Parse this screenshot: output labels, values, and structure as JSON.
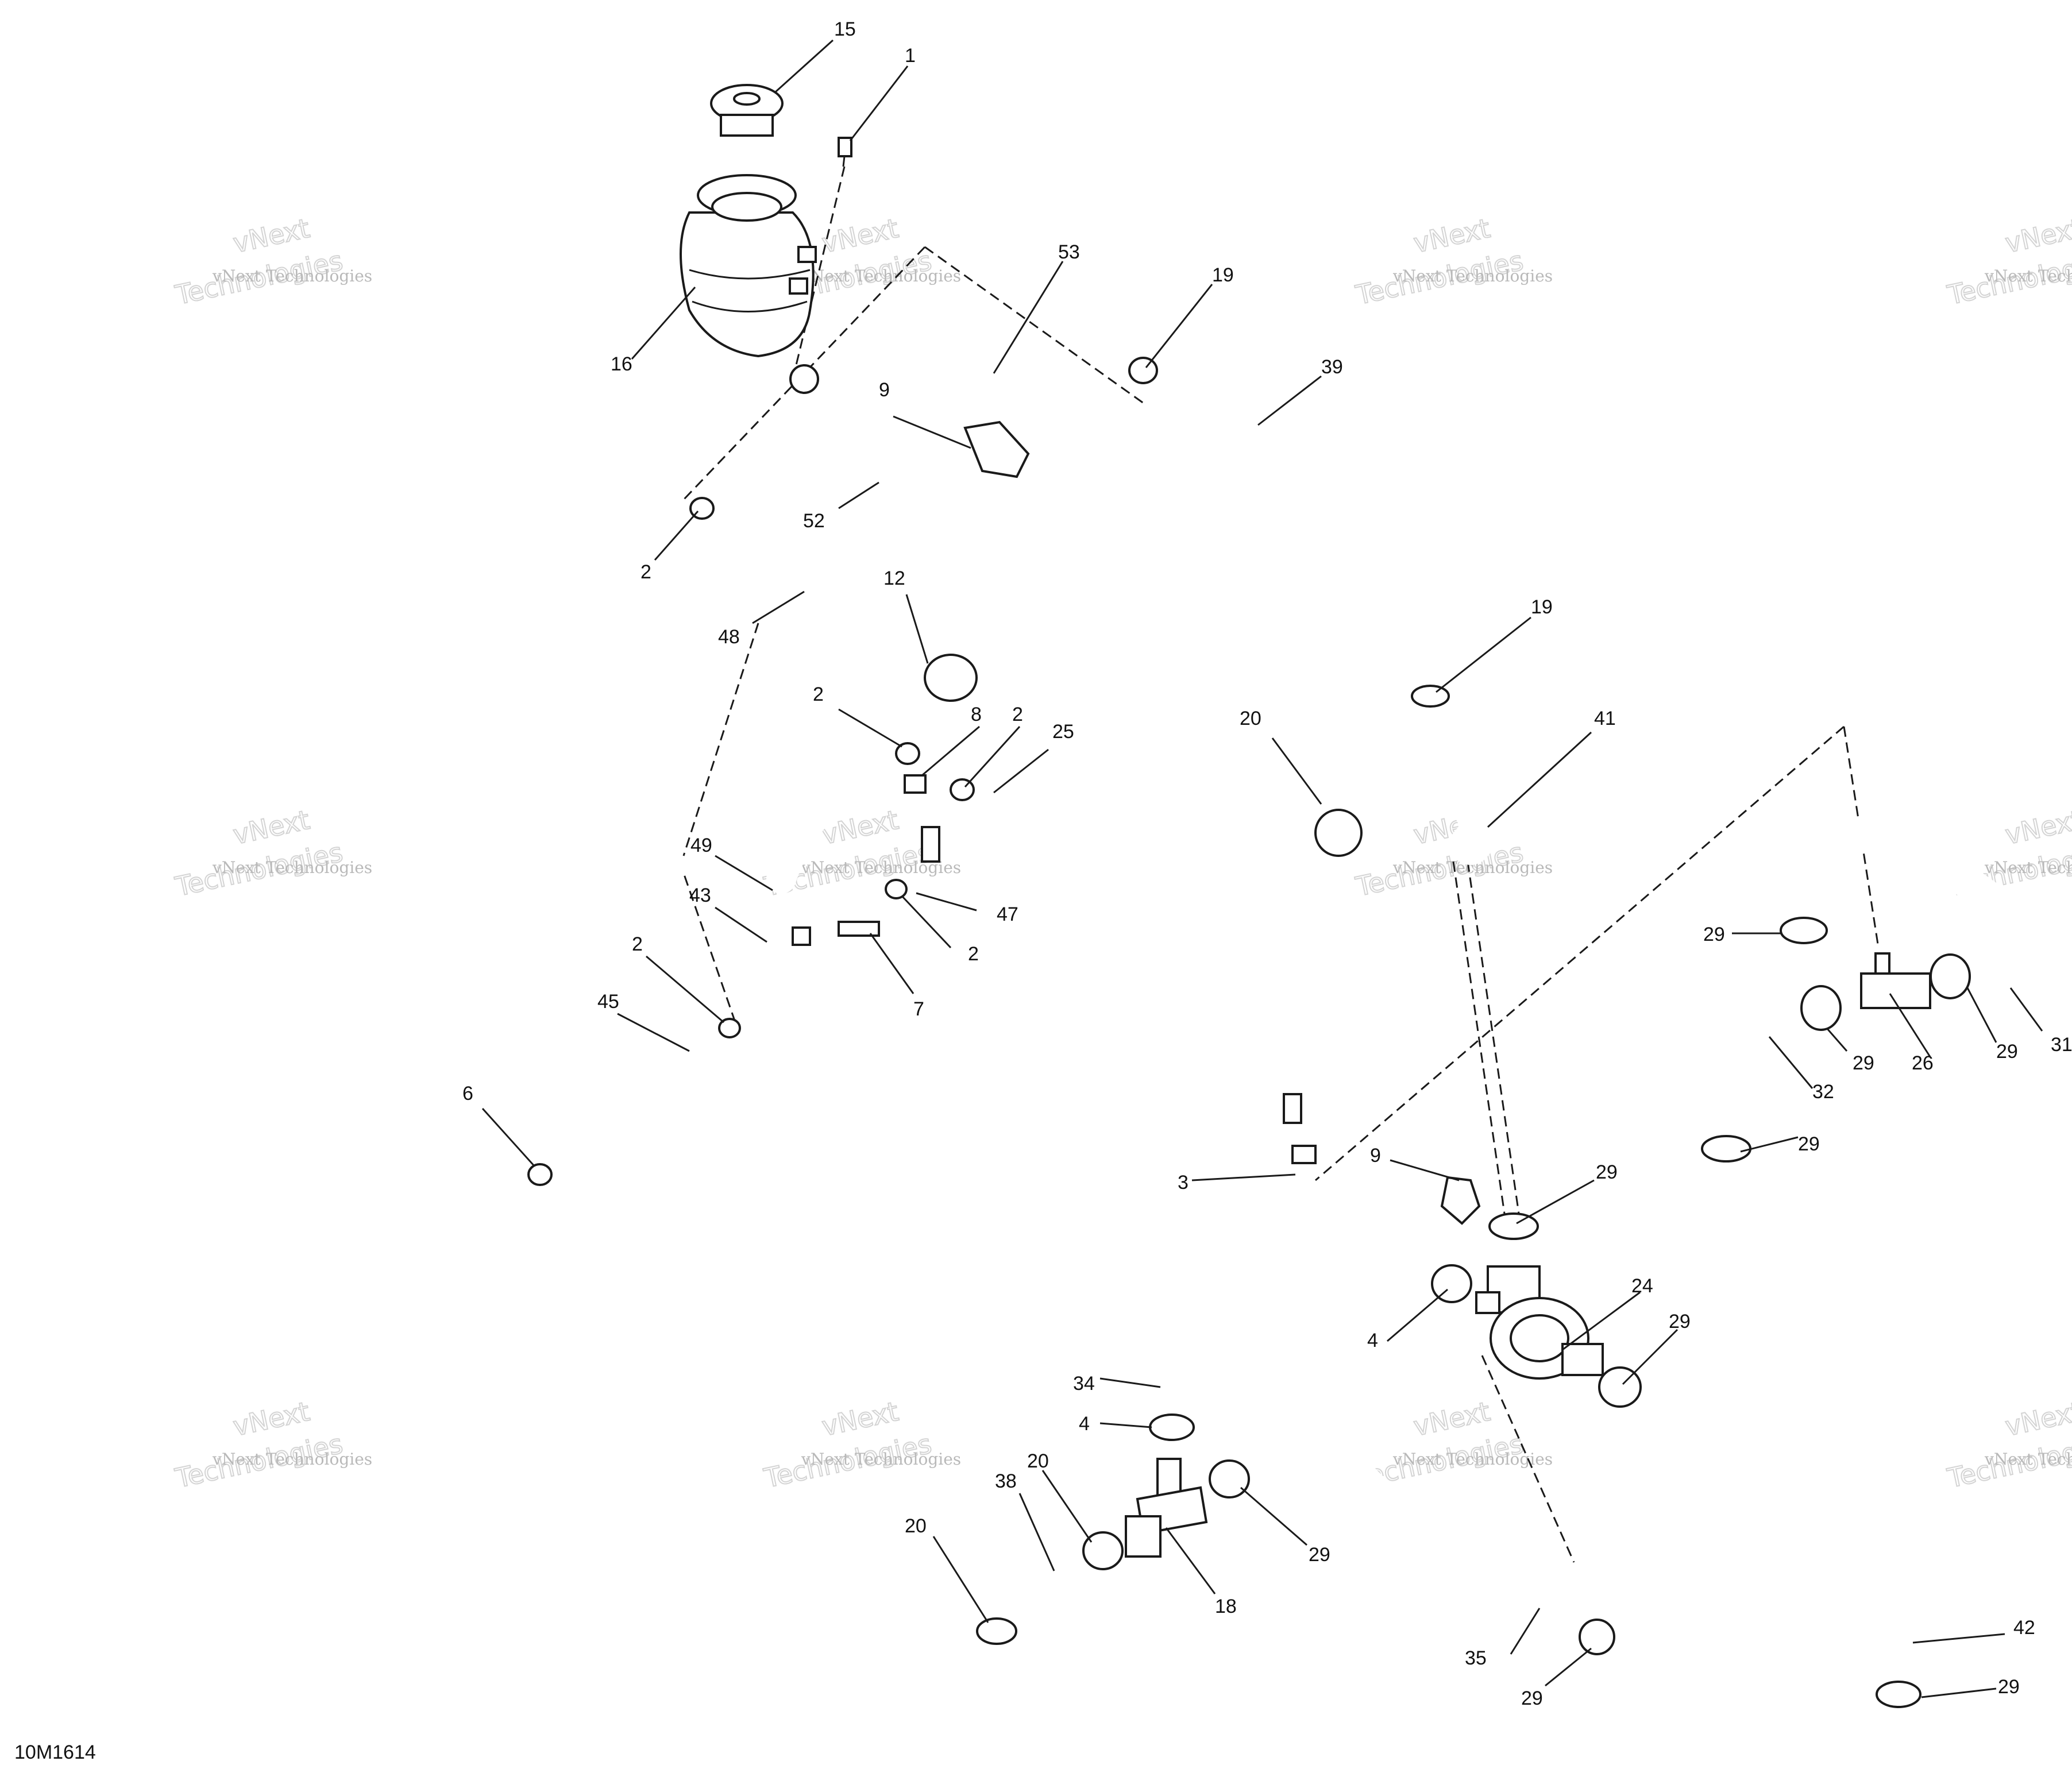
{
  "diagram": {
    "figure_code": "10M1614",
    "watermark": {
      "company": "vNext Technologies",
      "line_a": "vNext",
      "line_b": "Technologies"
    },
    "callouts": [
      {
        "id": "c15",
        "label": "15"
      },
      {
        "id": "c1",
        "label": "1"
      },
      {
        "id": "c16",
        "label": "16"
      },
      {
        "id": "c53",
        "label": "53"
      },
      {
        "id": "c19a",
        "label": "19"
      },
      {
        "id": "c39",
        "label": "39"
      },
      {
        "id": "c9a",
        "label": "9"
      },
      {
        "id": "c52",
        "label": "52"
      },
      {
        "id": "c2a",
        "label": "2"
      },
      {
        "id": "c48",
        "label": "48"
      },
      {
        "id": "c12",
        "label": "12"
      },
      {
        "id": "c19b",
        "label": "19"
      },
      {
        "id": "c20a",
        "label": "20"
      },
      {
        "id": "c41",
        "label": "41"
      },
      {
        "id": "c2b",
        "label": "2"
      },
      {
        "id": "c8",
        "label": "8"
      },
      {
        "id": "c2c",
        "label": "2"
      },
      {
        "id": "c25",
        "label": "25"
      },
      {
        "id": "c49",
        "label": "49"
      },
      {
        "id": "c43",
        "label": "43"
      },
      {
        "id": "c47",
        "label": "47"
      },
      {
        "id": "c2d",
        "label": "2"
      },
      {
        "id": "c2e",
        "label": "2"
      },
      {
        "id": "c45",
        "label": "45"
      },
      {
        "id": "c7",
        "label": "7"
      },
      {
        "id": "c6",
        "label": "6"
      },
      {
        "id": "c3",
        "label": "3"
      },
      {
        "id": "c29a",
        "label": "29"
      },
      {
        "id": "c29b",
        "label": "29"
      },
      {
        "id": "c26",
        "label": "26"
      },
      {
        "id": "c29c",
        "label": "29"
      },
      {
        "id": "c31",
        "label": "31"
      },
      {
        "id": "c32",
        "label": "32"
      },
      {
        "id": "c29d",
        "label": "29"
      },
      {
        "id": "c9b",
        "label": "9"
      },
      {
        "id": "c29e",
        "label": "29"
      },
      {
        "id": "c24",
        "label": "24"
      },
      {
        "id": "c4a",
        "label": "4"
      },
      {
        "id": "c29f",
        "label": "29"
      },
      {
        "id": "c34",
        "label": "34"
      },
      {
        "id": "c4b",
        "label": "4"
      },
      {
        "id": "c20b",
        "label": "20"
      },
      {
        "id": "c38",
        "label": "38"
      },
      {
        "id": "c20c",
        "label": "20"
      },
      {
        "id": "c18",
        "label": "18"
      },
      {
        "id": "c29g",
        "label": "29"
      },
      {
        "id": "c35",
        "label": "35"
      },
      {
        "id": "c29h",
        "label": "29"
      },
      {
        "id": "c42",
        "label": "42"
      },
      {
        "id": "c29i",
        "label": "29"
      }
    ]
  }
}
